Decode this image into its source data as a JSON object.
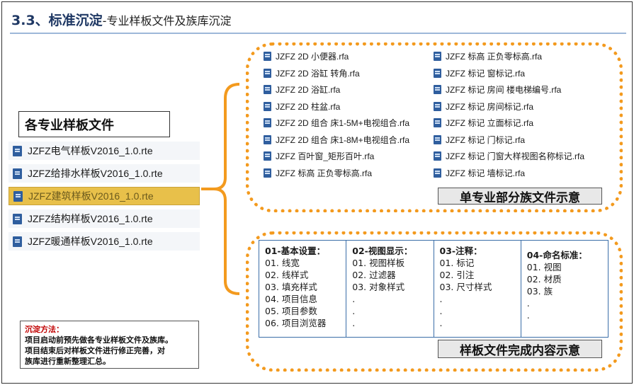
{
  "header": {
    "title_bold": "3.3、标准沉淀",
    "title_rest": "-专业样板文件及族库沉淀"
  },
  "family_files": {
    "col_a": [
      "JZFZ 2D 小便器.rfa",
      "JZFZ 2D 浴缸 转角.rfa",
      "JZFZ 2D 浴缸.rfa",
      "JZFZ 2D 柱盆.rfa",
      "JZFZ 2D 组合 床1-5M+电视组合.rfa",
      "JZFZ 2D 组合 床1-8M+电视组合.rfa",
      "JZFZ 百叶窗_矩形百叶.rfa",
      "JZFZ 标高 正负零标高.rfa"
    ],
    "col_b": [
      "JZFZ 标高 正负零标高.rfa",
      "JZFZ 标记 窗标记.rfa",
      "JZFZ 标记 房间 楼电梯编号.rfa",
      "JZFZ 标记 房间标记.rfa",
      "JZFZ 标记 立面标记.rfa",
      "JZFZ 标记 门标记.rfa",
      "JZFZ 标记 门窗大样视图名称标记.rfa",
      "JZFZ 标记 墙标记.rfa"
    ],
    "caption": "单专业部分族文件示意"
  },
  "templates": {
    "heading": "各专业样板文件",
    "items": [
      "JZFZ电气样板V2016_1.0.rte",
      "JZFZ给排水样板V2016_1.0.rte",
      "JZFZ建筑样板V2016_1.0.rte",
      "JZFZ结构样板V2016_1.0.rte",
      "JZFZ暖通样板V2016_1.0.rte"
    ],
    "selected_index": 2
  },
  "content_table": {
    "columns": [
      {
        "head": "01-基本设置：",
        "items": [
          "01. 线宽",
          "02. 线样式",
          "03. 填充样式",
          "04. 项目信息",
          "05. 项目参数",
          "06. 项目浏览器"
        ]
      },
      {
        "head": "02-视图显示：",
        "items": [
          "01. 视图样板",
          "02. 过滤器",
          "03. 对象样式",
          ".",
          ".",
          "."
        ]
      },
      {
        "head": "03-注释：",
        "items": [
          "01. 标记",
          "02. 引注",
          "03. 尺寸样式",
          ".",
          ".",
          "."
        ]
      },
      {
        "head": "04-命名标准：",
        "items": [
          "01. 视图",
          "02. 材质",
          "03. 族",
          ".",
          "."
        ]
      }
    ],
    "caption": "样板文件完成内容示意"
  },
  "note": {
    "heading": "沉淀方法：",
    "lines": [
      "项目启动前预先做各专业样板文件及族库。",
      "项目结束后对样板文件进行修正完善，对",
      "族库进行重新整理汇总。"
    ]
  },
  "colors": {
    "accent_orange": "#f39a1e",
    "title_blue": "#1f3864",
    "table_border": "#3b6ea8",
    "note_red": "#c00000"
  }
}
